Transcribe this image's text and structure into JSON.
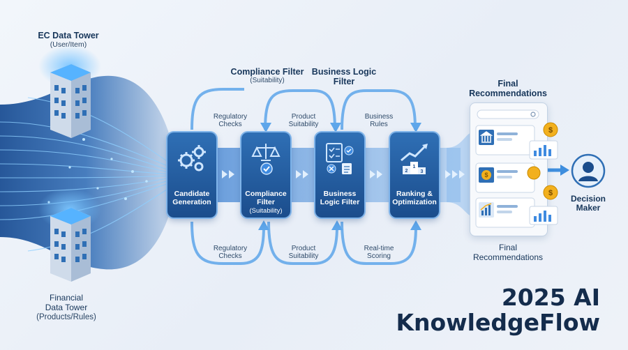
{
  "towers": {
    "ec": {
      "title": "EC Data Tower",
      "subtitle": "(User/Item)"
    },
    "financial": {
      "title_line1": "Financial",
      "title_line2": "Data Tower",
      "subtitle": "(Products/Rules)"
    }
  },
  "top_labels": {
    "compliance_title": "Compliance Filter",
    "compliance_sub": "(Suitability)",
    "business_line1": "Business Logic",
    "business_line2": "Filter"
  },
  "loop_labels_top": [
    {
      "line1": "Regulatory",
      "line2": "Checks"
    },
    {
      "line1": "Product",
      "line2": "Suitability"
    },
    {
      "line1": "Business",
      "line2": "Rules"
    }
  ],
  "loop_labels_bottom": [
    {
      "line1": "Regulatory",
      "line2": "Checks"
    },
    {
      "line1": "Product",
      "line2": "Suitability"
    },
    {
      "line1": "Real-time",
      "line2": "Scoring"
    }
  ],
  "stages": [
    {
      "line1": "Candidate",
      "line2": "Generation",
      "line3": ""
    },
    {
      "line1": "Compliance",
      "line2": "Filter",
      "line3": "(Suitability)"
    },
    {
      "line1": "Business",
      "line2": "Logic Filter",
      "line3": ""
    },
    {
      "line1": "Ranking &",
      "line2": "Optimization",
      "line3": ""
    }
  ],
  "final": {
    "top_line1": "Final",
    "top_line2": "Recommendations",
    "bottom_line1": "Final",
    "bottom_line2": "Recommendations"
  },
  "decision_maker": {
    "line1": "Decision",
    "line2": "Maker"
  },
  "brand": {
    "line1": "2025 AI",
    "line2": "KnowledgeFlow"
  },
  "colors": {
    "dark_blue": "#1b4d8c",
    "mid_blue": "#2f6fb5",
    "light_blue": "#7fb4ea",
    "glow": "#4aa8ff",
    "gold": "#f2b01e"
  }
}
